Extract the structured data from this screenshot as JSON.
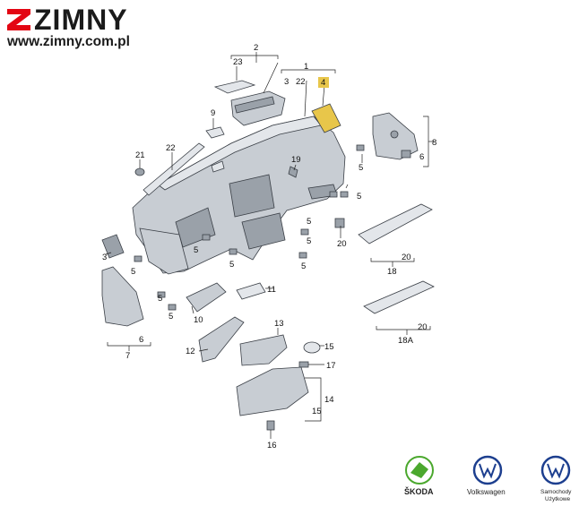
{
  "brand": {
    "name": "ZIMNY",
    "url": "www.zimny.com.pl",
    "accent_color": "#e30613"
  },
  "callouts": {
    "c1": "1",
    "c2": "2",
    "c3": "3",
    "c3b": "3",
    "c4": "4",
    "c5a": "5",
    "c5b": "5",
    "c5c": "5",
    "c5d": "5",
    "c5e": "5",
    "c5f": "5",
    "c5g": "5",
    "c5h": "5",
    "c5i": "5",
    "c5j": "5",
    "c6a": "6",
    "c6b": "6",
    "c7": "7",
    "c8": "8",
    "c9": "9",
    "c10": "10",
    "c11": "11",
    "c12": "12",
    "c13": "13",
    "c14": "14",
    "c15a": "15",
    "c15b": "15",
    "c16": "16",
    "c17": "17",
    "c18": "18",
    "c18a": "18A",
    "c19": "19",
    "c20a": "20",
    "c20b": "20",
    "c20c": "20",
    "c21": "21",
    "c22a": "22",
    "c22b": "22",
    "c23": "23"
  },
  "highlight_color": "#e8c64a",
  "footer_logos": [
    {
      "name": "ŠKODA",
      "color": "#4ba82e"
    },
    {
      "name": "Volkswagen",
      "color": "#1d3f8f"
    },
    {
      "name": "Samochody Użytkowe",
      "color": "#1d3f8f"
    }
  ]
}
